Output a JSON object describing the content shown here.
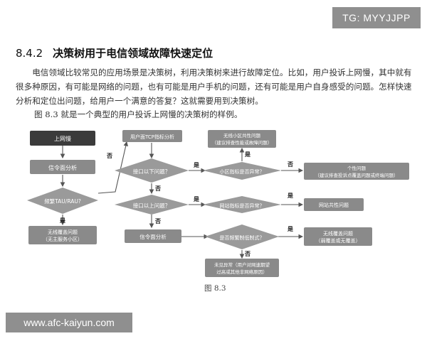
{
  "watermark_top": "TG: MYYJJPP",
  "watermark_bottom": "www.afc-kaiyun.com",
  "section": {
    "number": "8.4.2",
    "title": "决策树用于电信领域故障快速定位"
  },
  "paragraph": "电信领域比较常见的应用场景是决策树，利用决策树来进行故障定位。比如，用户投诉上网慢，其中就有很多种原因，有可能是网络的问题，也有可能是用户手机的问题，还有可能是用户自身感受的问题。怎样快速分析和定位出问题，给用户一个满意的答复？这就需要用到决策树。",
  "intro": "图 8.3 就是一个典型的用户投诉上网慢的决策树的样例。",
  "figure_caption": "图 8.3",
  "flowchart": {
    "start": "上网慢",
    "signaling_analysis": "信令面分析",
    "frequent_tau": "频繁TAU/RAU?",
    "no_coverage": [
      "无线覆盖问题",
      "（无主服务小区）"
    ],
    "user_tcp_analysis": "用户面TCP指标分析",
    "interface_down": "接口以下问题？",
    "cell_metric_abnormal": "小区指标是否异常？",
    "cell_common_issue": [
      "无线小区共性问题",
      "（建议排查性能或故障问题）"
    ],
    "individual_issue": [
      "个性问题",
      "（建议排查投诉点覆盖问题或终端问题）"
    ],
    "interface_up": "接口以上问题？",
    "website_metric_abnormal": "网站指标是否异常？",
    "website_common_issue": "网站共性问题",
    "signaling_analysis_2": "信令面分析",
    "frequent_drop": "是否频繁制低制式？",
    "no_coverage_2": [
      "无线覆盖问题",
      "（弱覆盖或无覆盖）"
    ],
    "no_abnormal": [
      "未见异常（用户对网速期望",
      "过高或其他非网络原因）"
    ],
    "labels": {
      "yes": "是",
      "no": "否"
    }
  }
}
